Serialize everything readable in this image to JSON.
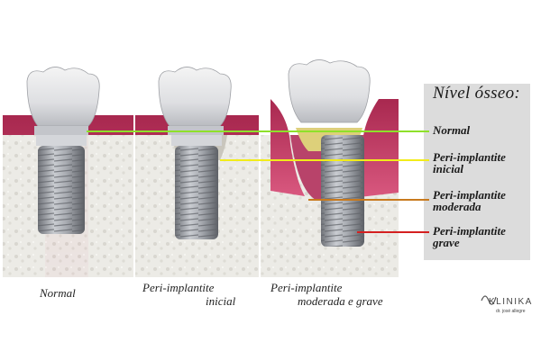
{
  "legend": {
    "title": "Nível ósseo:",
    "levels": [
      {
        "label_line1": "Normal",
        "label_line2": "",
        "color": "#8ee12a"
      },
      {
        "label_line1": "Peri-implantite",
        "label_line2": "inicial",
        "color": "#f2ec1a"
      },
      {
        "label_line1": "Peri-implantite",
        "label_line2": "moderada",
        "color": "#c87a1e"
      },
      {
        "label_line1": "Peri-implantite",
        "label_line2": "grave",
        "color": "#d42020"
      }
    ]
  },
  "captions": {
    "normal": "Normal",
    "inicial_line1": "Peri-implantite",
    "inicial_line2": "inicial",
    "grave_line1": "Peri-implantite",
    "grave_line2": "moderada e grave"
  },
  "logo": {
    "name": "KLINIKA",
    "subtitle": "dr. josé allegre"
  },
  "colors": {
    "gum": "#c8466e",
    "bone": "#ece9e2",
    "implant": "#9da0a6",
    "legend_bg": "#dcdcdc",
    "calculus": "#ddd07a"
  }
}
